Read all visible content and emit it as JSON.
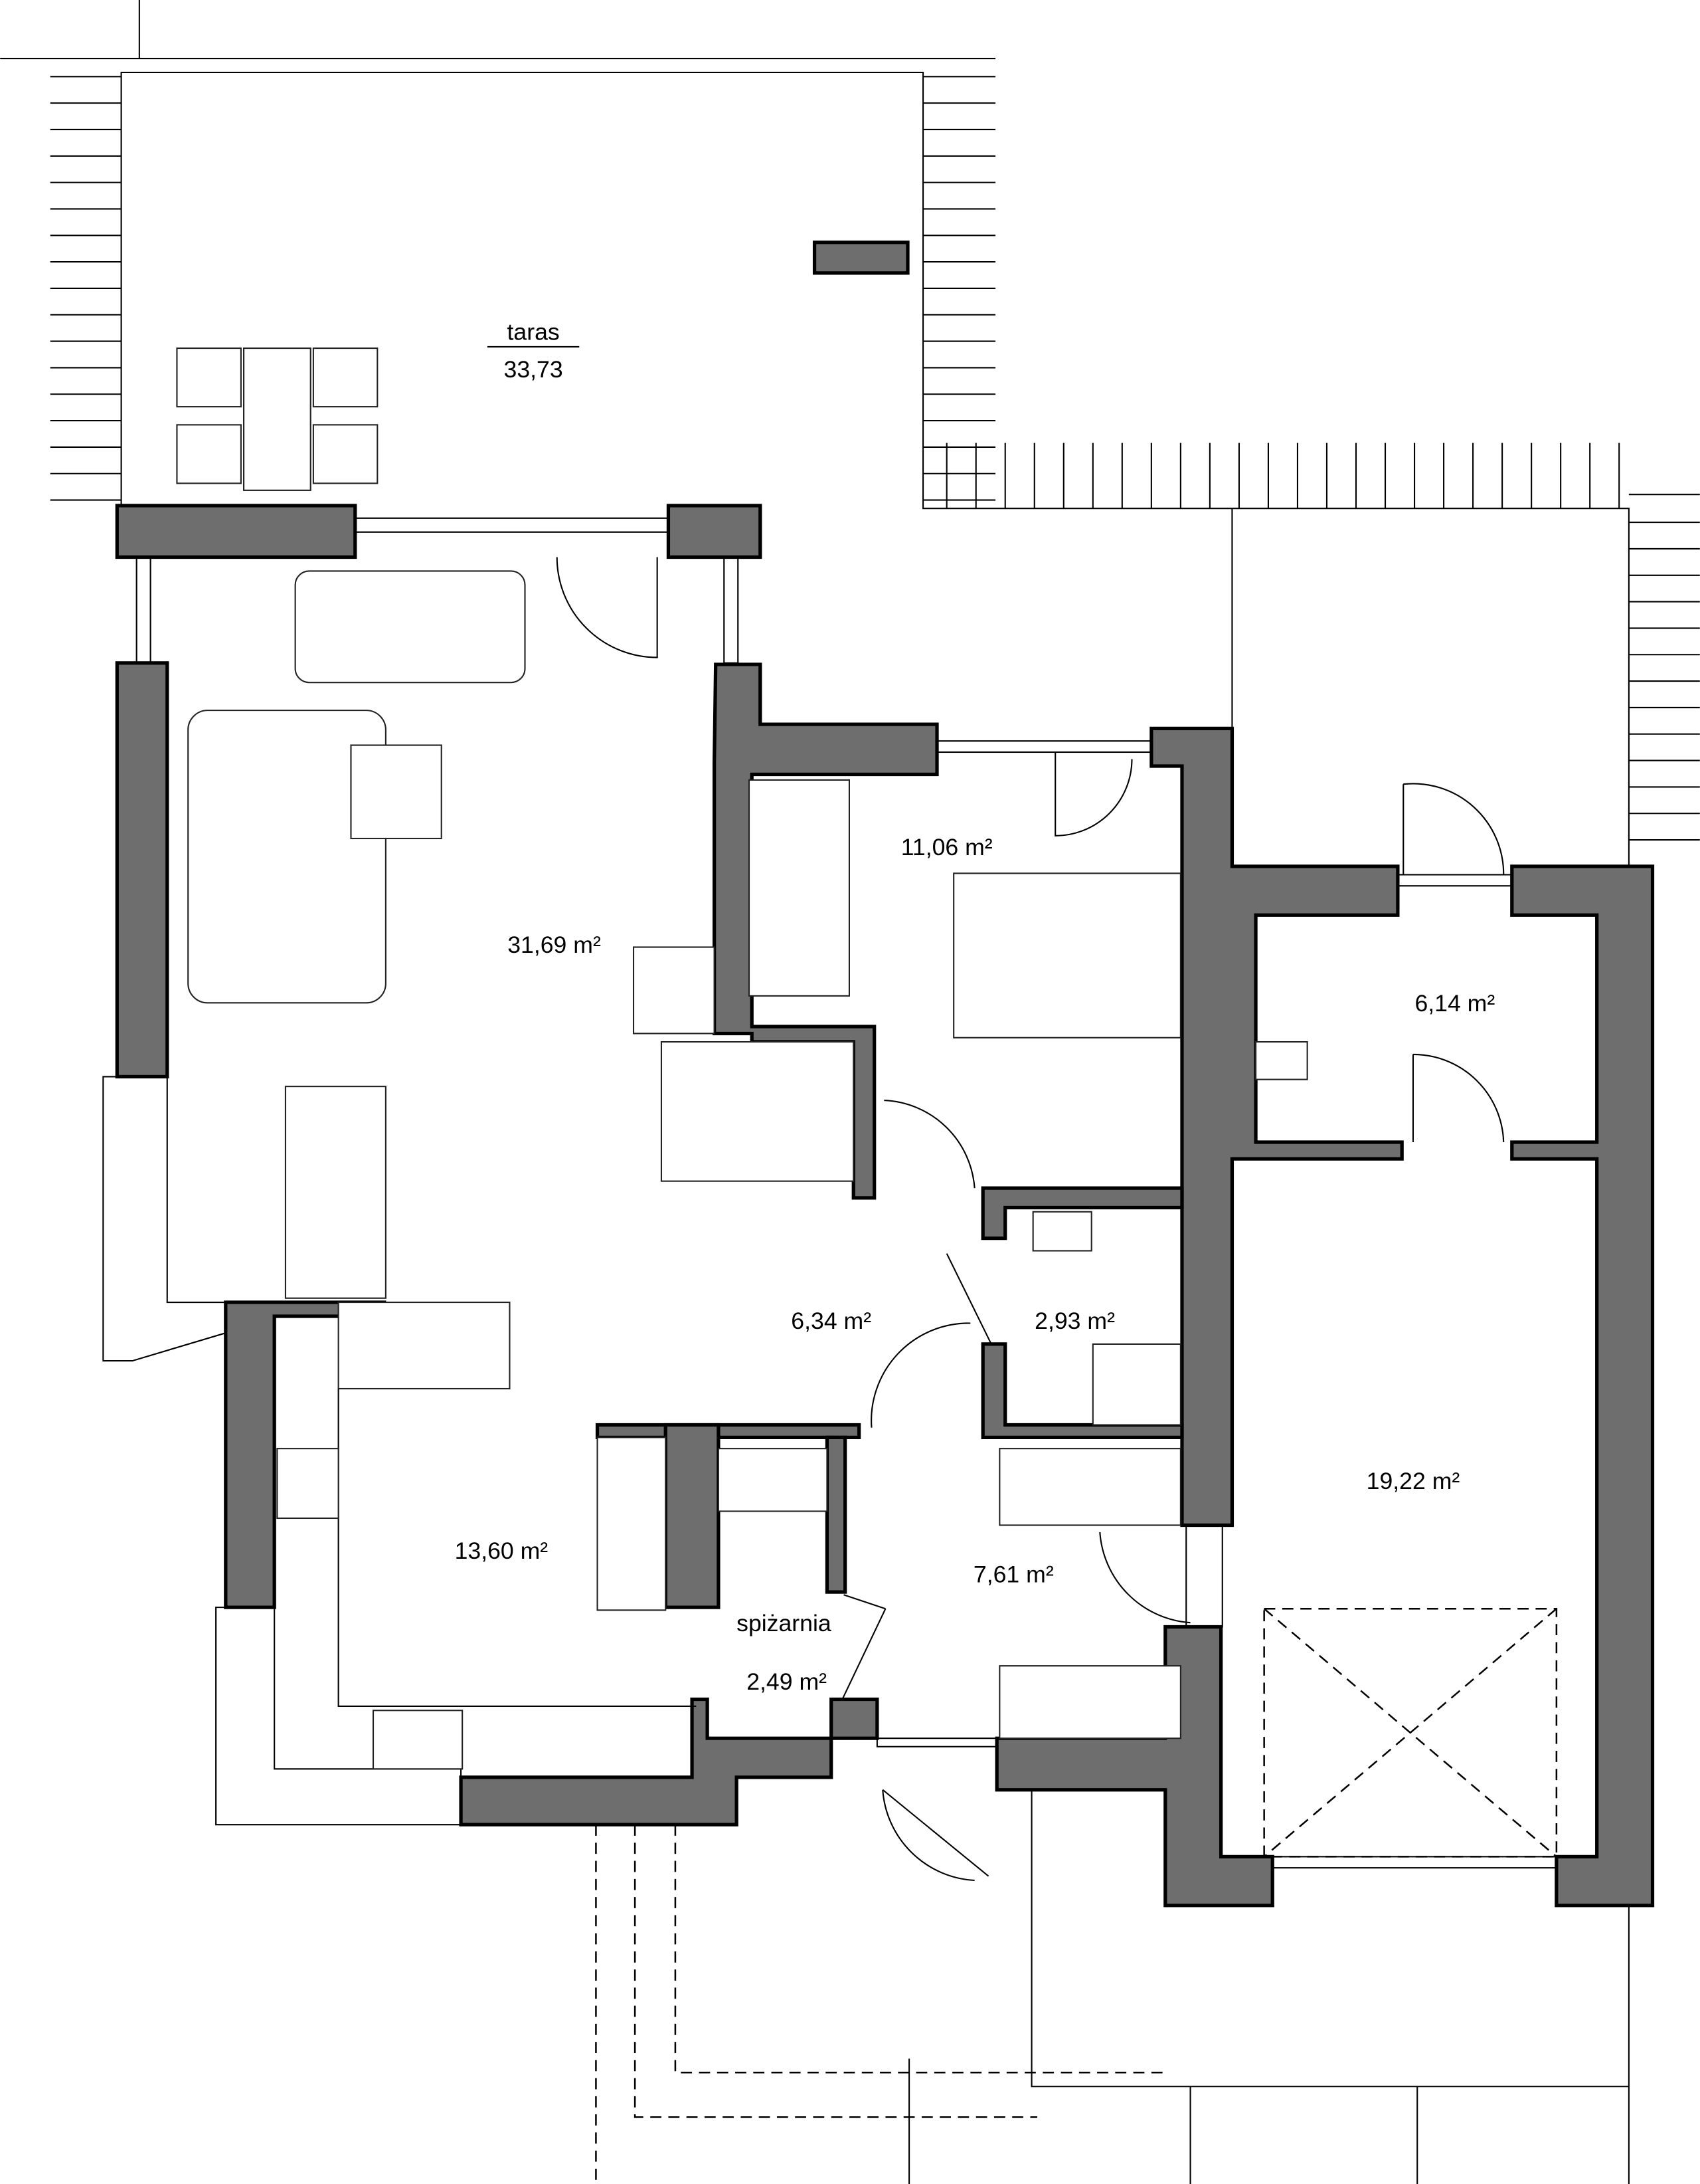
{
  "plan": {
    "terrace": {
      "name": "taras",
      "area": "33,73"
    },
    "rooms": [
      {
        "id": "living",
        "area": "31,69 m²"
      },
      {
        "id": "bedroom",
        "area": "11,06 m²"
      },
      {
        "id": "boiler",
        "area": "6,14 m²"
      },
      {
        "id": "hall",
        "area": "6,34 m²"
      },
      {
        "id": "bathroom",
        "area": "2,93 m²"
      },
      {
        "id": "garage",
        "area": "19,22 m²"
      },
      {
        "id": "kitchen",
        "area": "13,60 m²"
      },
      {
        "id": "entry",
        "area": "7,61 m²"
      },
      {
        "id": "pantry",
        "name": "spiżarnia",
        "area": "2,49 m²"
      }
    ],
    "colors": {
      "wall": "#6e6e6e",
      "line": "#000000"
    }
  }
}
